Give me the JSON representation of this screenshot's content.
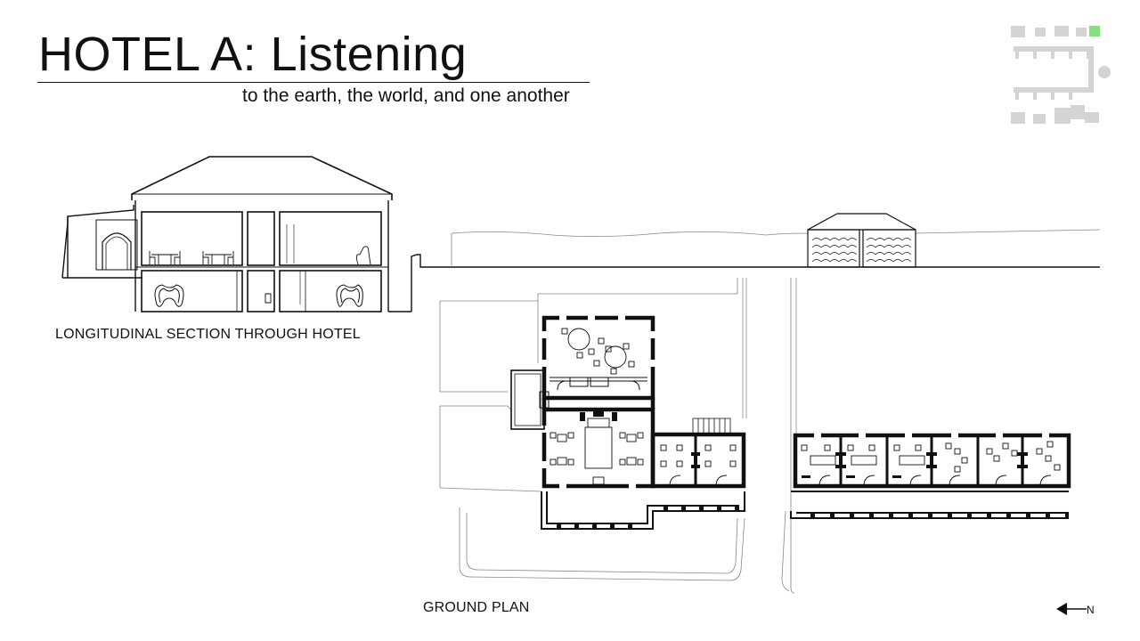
{
  "title": "HOTEL A: Listening",
  "subtitle": "to the earth, the world, and one another",
  "captions": {
    "section": "LONGITUDINAL SECTION THROUGH HOTEL",
    "plan": "GROUND PLAN"
  },
  "north_label": "N",
  "colors": {
    "ink": "#111111",
    "light_line": "#888888",
    "key_grey": "#d4d4d4",
    "key_highlight": "#86e07e"
  },
  "icons": [
    "north-arrow-icon",
    "site-key-plan-icon"
  ]
}
